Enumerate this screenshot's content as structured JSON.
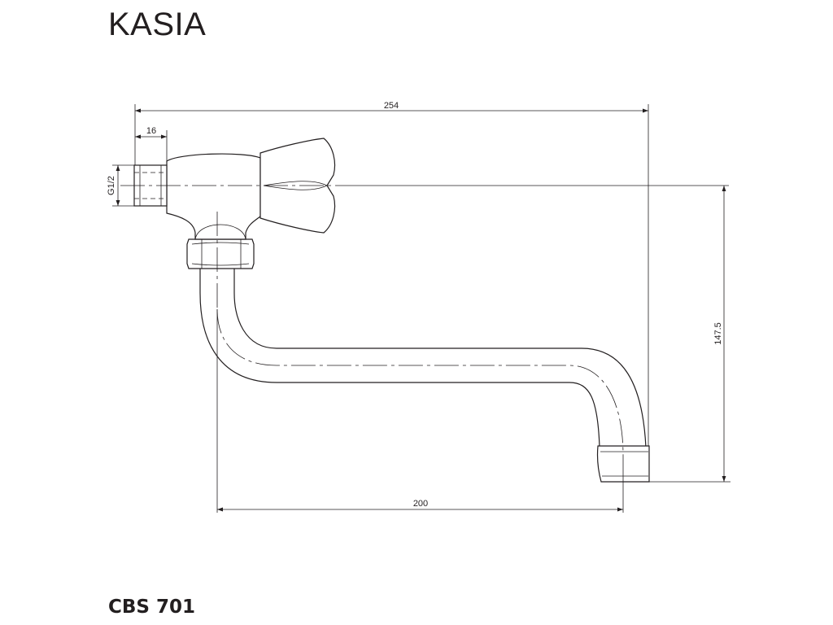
{
  "title": "KASIA",
  "model": "CBS 701",
  "dimensions": {
    "total_length": "254",
    "thread_length": "16",
    "thread_size": "G1/2",
    "height": "147.5",
    "spout_reach": "200"
  }
}
